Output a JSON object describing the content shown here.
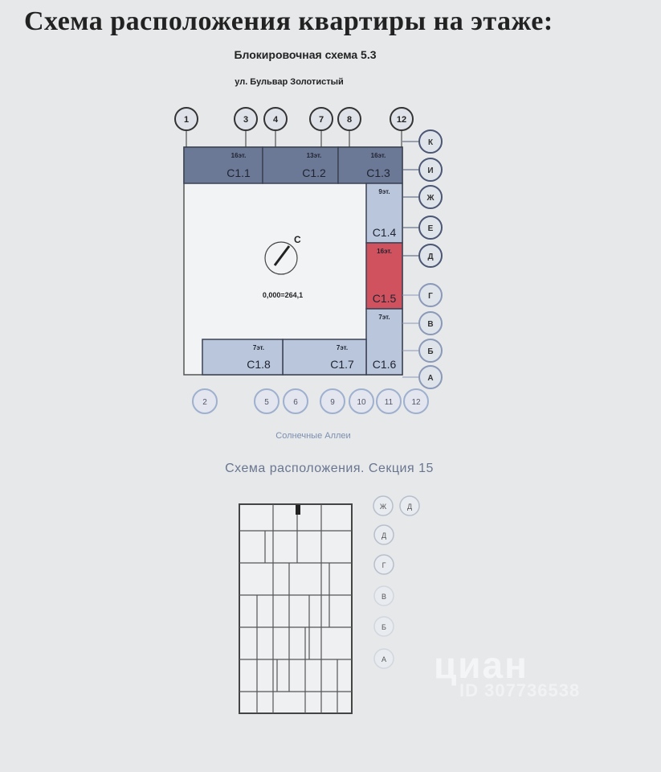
{
  "page": {
    "title": "Схема расположения квартиры на этаже:",
    "subtitle": "Блокировочная схема 5.3",
    "street_top": "ул. Бульвар Золотистый",
    "street_bottom": "Солнечные Аллеи",
    "section_caption": "Схема расположения. Секция 15",
    "watermark": "циан",
    "watermark_id": "ID 307736538"
  },
  "plan": {
    "compass_letter": "C",
    "elevation": "0,000=264,1",
    "highlight_color": "#d0525f",
    "top_axes": [
      "1",
      "3",
      "4",
      "7",
      "8",
      "12"
    ],
    "right_axes": [
      "К",
      "И",
      "Ж",
      "Е",
      "Д",
      "Г",
      "В",
      "Б",
      "А"
    ],
    "bottom_axes": [
      "2",
      "5",
      "6",
      "9",
      "10",
      "11",
      "12"
    ],
    "sections": [
      {
        "name": "С1.1",
        "floors": "16эт."
      },
      {
        "name": "С1.2",
        "floors": "13эт."
      },
      {
        "name": "С1.3",
        "floors": "16эт."
      },
      {
        "name": "С1.4",
        "floors": "9эт."
      },
      {
        "name": "С1.5",
        "floors": "16эт."
      },
      {
        "name": "С1.6",
        "floors": "7эт."
      },
      {
        "name": "С1.7",
        "floors": "7эт."
      },
      {
        "name": "С1.8",
        "floors": "7эт."
      }
    ]
  },
  "section_plan": {
    "axis_labels": [
      "Ж",
      "Д",
      "Г",
      "В",
      "Б",
      "А"
    ]
  }
}
